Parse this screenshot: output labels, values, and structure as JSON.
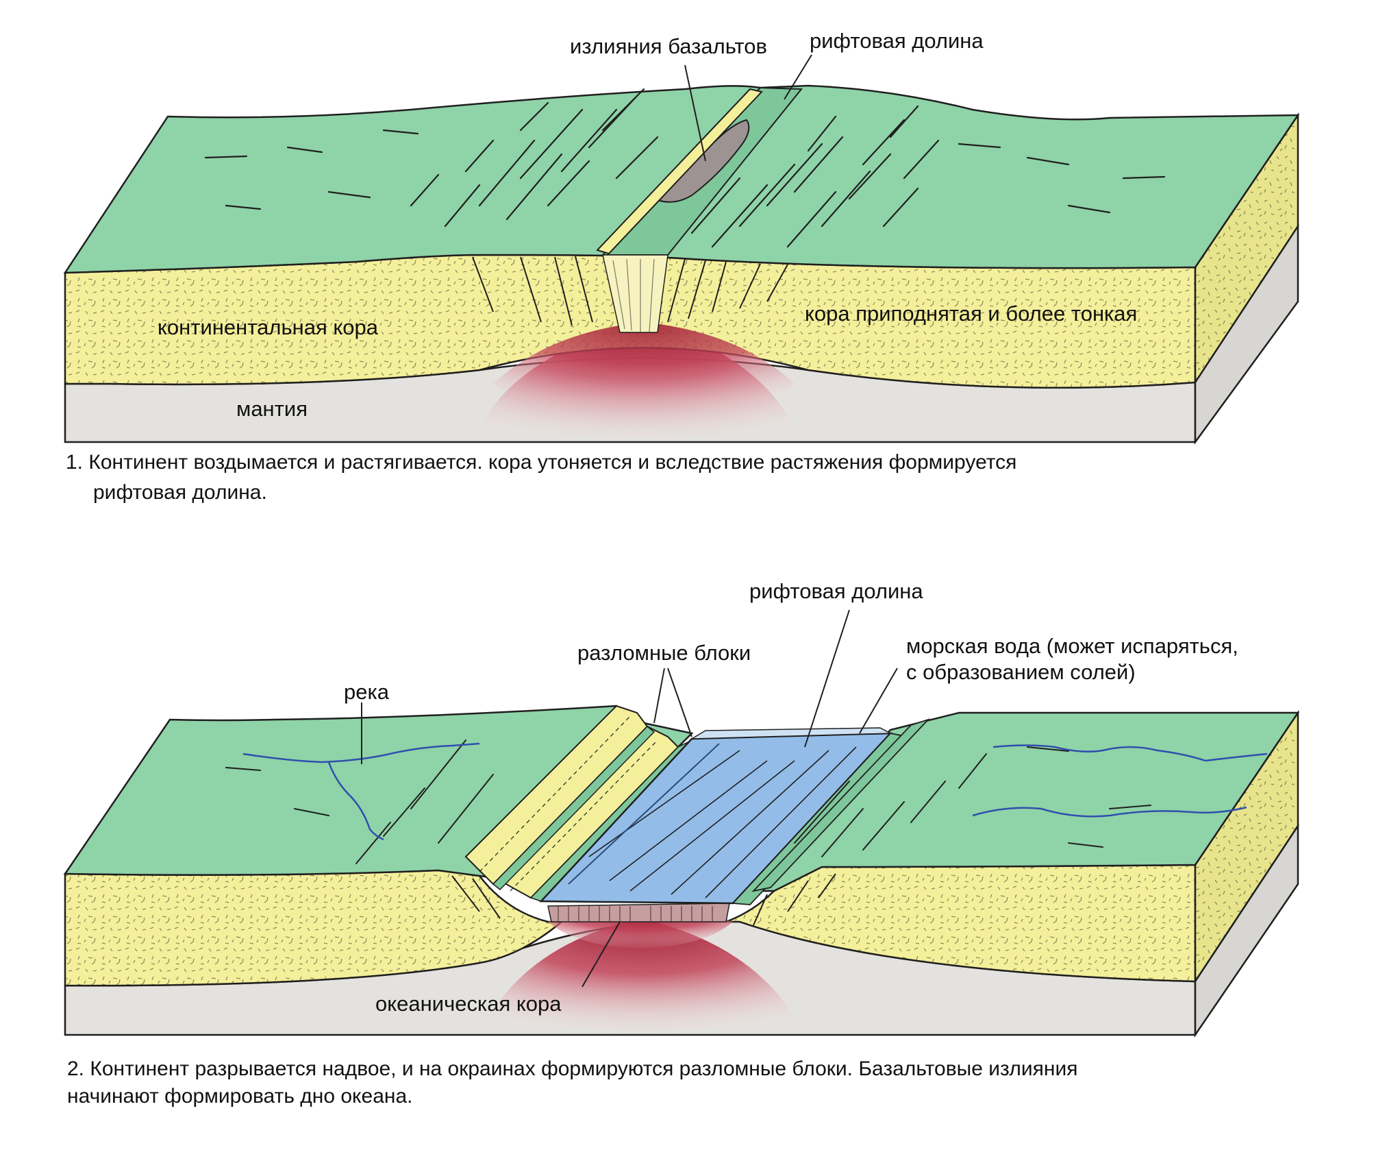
{
  "colors": {
    "surface": "#8fd3a8",
    "crust": "#f4ef9a",
    "mantle": "#e4e2de",
    "magma": "#b5253a",
    "basalt": "#9e9393",
    "water": "#93bde8",
    "river": "#2f4fae",
    "outline": "#1f1f1f"
  },
  "panel1": {
    "label_basalt": "излияния базальтов",
    "label_rift": "рифтовая долина",
    "label_continental_crust": "континентальная кора",
    "label_raised_crust": "кора приподнятая и более тонкая",
    "label_mantle": "мантия",
    "caption_line1": "1. Континент воздымается и растягивается. кора утоняется и вследствие растяжения формируется",
    "caption_line2": "рифтовая долина."
  },
  "panel2": {
    "label_rift": "рифтовая долина",
    "label_fault_blocks": "разломные блоки",
    "label_seawater_line1": "морская вода (может испаряться,",
    "label_seawater_line2": "с образованием солей)",
    "label_river": "река",
    "label_oceanic_crust": "океаническая кора",
    "caption_line1": "2. Континент разрывается надвое, и на окраинах формируются разломные блоки. Базальтовые излияния",
    "caption_line2": "начинают формировать дно океана."
  }
}
